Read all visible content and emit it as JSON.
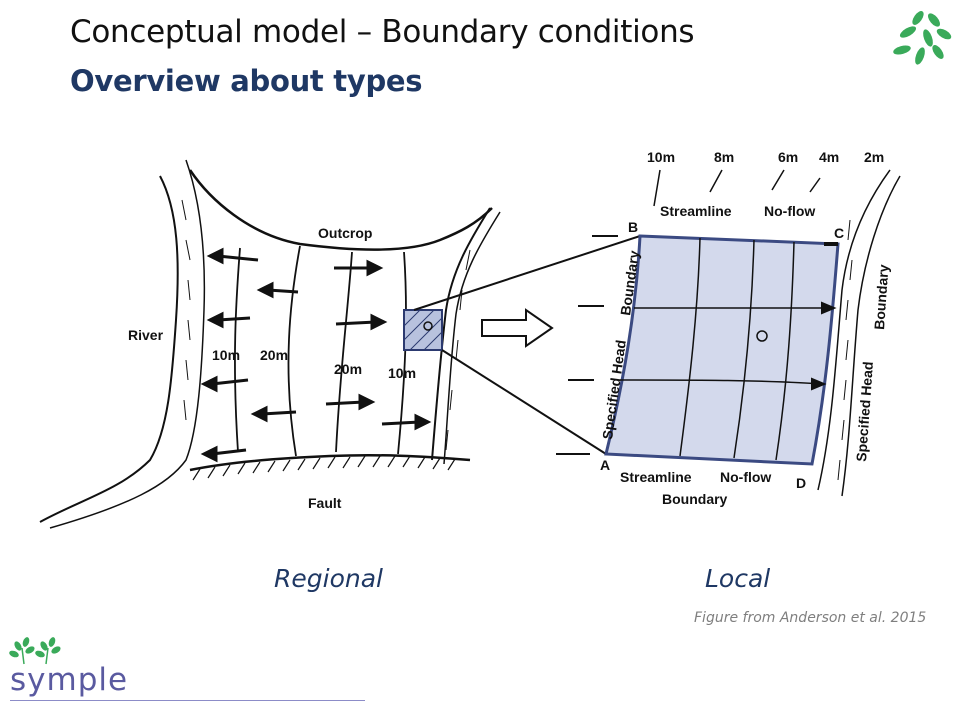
{
  "slide": {
    "title": "Conceptual model – Boundary conditions",
    "subtitle": "Overview about types",
    "accent_color": "#1f3864",
    "leaf_color": "#3aaa5a"
  },
  "figure": {
    "regional": {
      "outcrop": "Outcrop",
      "river": "River",
      "fault": "Fault",
      "labels": [
        "10m",
        "20m",
        "20m",
        "10m"
      ]
    },
    "local": {
      "head_labels": [
        "10m",
        "8m",
        "6m",
        "4m",
        "2m"
      ],
      "top_boundary": "Streamline",
      "top_noflow": "No-flow",
      "bottom_boundary_1": "Streamline",
      "bottom_noflow": "No-flow",
      "bottom_boundary_2": "Boundary",
      "left_boundary": "Specified Head",
      "left_boundary_2": "Boundary",
      "right_boundary": "Specified Head",
      "right_boundary_2": "Boundary",
      "corners": [
        "A",
        "B",
        "C",
        "D"
      ],
      "fill_color": "#d3d9ec",
      "border_color": "#3b4a82"
    }
  },
  "captions": {
    "regional": "Regional",
    "local": "Local",
    "source": "Figure from Anderson et al. 2015"
  },
  "footer": {
    "logo_text": "symple",
    "logo_color": "#5a5aa0"
  }
}
